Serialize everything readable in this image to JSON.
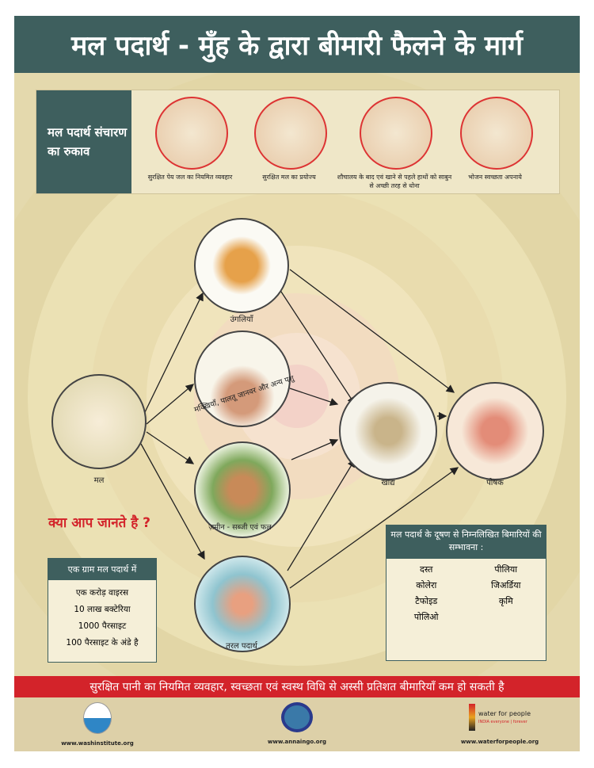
{
  "title": "मल पदार्थ -  मुँह के द्वारा बीमारी फैलने के मार्ग",
  "prevention": {
    "label": "मल पदार्थ संचारण का रुकाव",
    "items": [
      {
        "caption": "सुरक्षित पेय जल का नियमित व्यवहार",
        "icon": "water-pump-icon"
      },
      {
        "caption": "सुरक्षित मल का प्रयोज्य",
        "icon": "latrine-icon"
      },
      {
        "caption": "शौचालय के बाद एवं खाने से पहले हाथों को साबुन से अच्छी तरह से धोना",
        "icon": "handwash-icon"
      },
      {
        "caption": "भोजन स्वच्छता अपनाये",
        "icon": "covered-food-icon"
      }
    ]
  },
  "diagram": {
    "feces": "मल",
    "fingers": "उंगलियाँ",
    "flies": "मक्खियाँ, पालतू जानवर और अन्य पशु",
    "soil": "ज़मीन - सब्जी एवं फल",
    "fluids": "तरल पदार्थ",
    "food": "खाद्य",
    "host": "पोषक"
  },
  "did_you_know": {
    "question": "क्या आप जानते है ?",
    "heading": "एक ग्राम मल पदार्थ में",
    "items": [
      "एक करोड़ वाइरस",
      "10  लाख बक्टेरिया",
      "1000 पैरसाइट",
      "100 पैरसाइट के अंडे है"
    ]
  },
  "diseases": {
    "heading": "मल पदार्थ के दूषण से निम्नलिखित बिमारियों की सम्भावना :",
    "items": [
      "दस्त",
      "पीलिया",
      "कोलेरा",
      "जिअर्डिया",
      "टैफोइड",
      "कृमि",
      "पोलिओ"
    ]
  },
  "banner": "सुरक्षित पानी का नियमित व्यवहार, स्वच्छता एवं स्वस्थ विधि से अस्सी प्रतिशत बीमारियाँ कम हो सकती है",
  "logos": [
    {
      "name": "WASH INSTITUTE",
      "url": "www.washinstitute.org"
    },
    {
      "name": "ANNAI",
      "url": "www.annaingo.org"
    },
    {
      "name": "water for people",
      "tagline": "INDIA everyone | forever",
      "url": "www.waterforpeople.org"
    }
  ],
  "colors": {
    "teal": "#3e5f5e",
    "red": "#d3232a",
    "beige": "#e4d9ad"
  }
}
